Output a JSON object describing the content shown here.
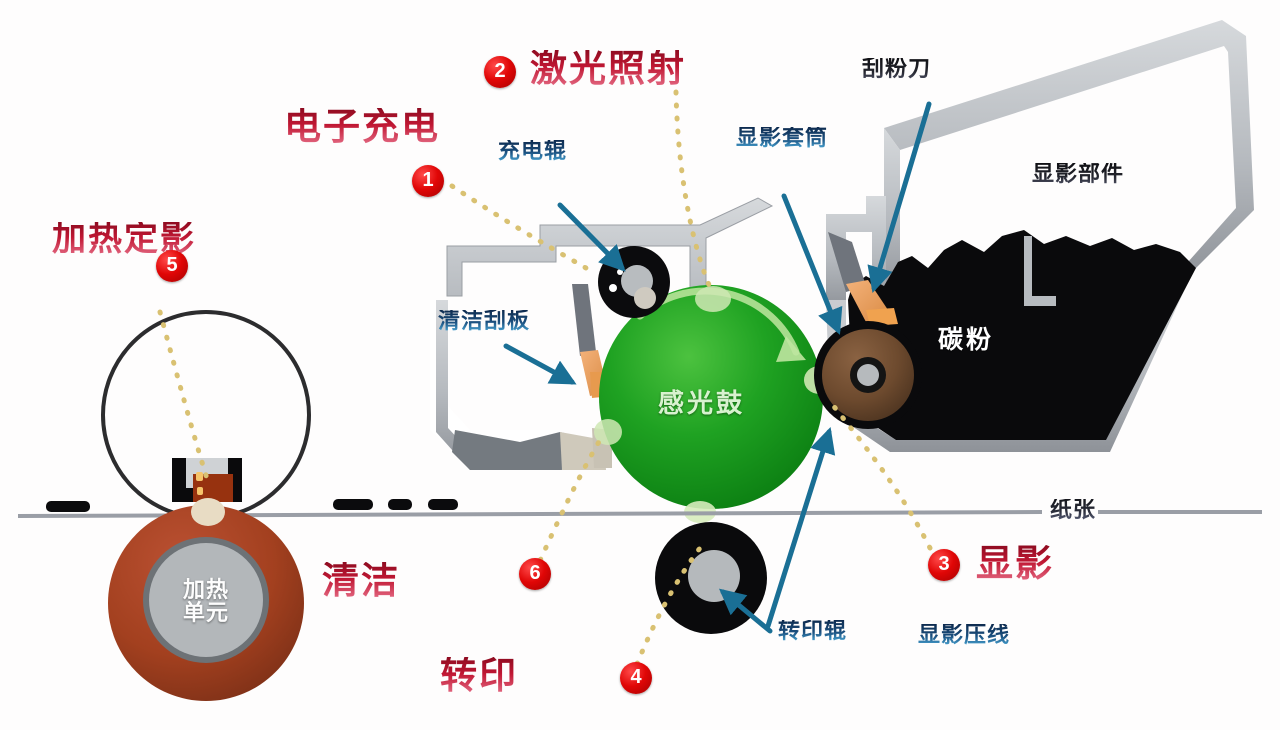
{
  "diagram": {
    "title_semantic": "laser-printer-imaging-process",
    "colors": {
      "badge_red": "#e00606",
      "heading_red": "#c01733",
      "part_label_blue": "#1b4f7e",
      "arrow_teal": "#1a6f95",
      "dotted_gold": "#d8c070",
      "drum_green": "#1e9e20",
      "toner_black": "#080808",
      "fuser_brown": "#a8412a",
      "housing_gray": "#b9bcc0",
      "paper_gray": "#9a9ea6"
    }
  },
  "steps": [
    {
      "num": "1",
      "label": "电子充电"
    },
    {
      "num": "2",
      "label": "激光照射"
    },
    {
      "num": "3",
      "label": "显影"
    },
    {
      "num": "4",
      "label": "转印"
    },
    {
      "num": "5",
      "label": "加热定影"
    },
    {
      "num": "6",
      "label": "清洁"
    }
  ],
  "step_labels": {
    "charge": "电子充电",
    "laser": "激光照射",
    "develop": "显影",
    "transfer": "转印",
    "fuse": "加热定影",
    "clean": "清洁"
  },
  "badges": {
    "b1": "1",
    "b2": "2",
    "b3": "3",
    "b4": "4",
    "b5": "5",
    "b6": "6"
  },
  "parts": [
    {
      "key": "charge_roller",
      "label": "充电辊"
    },
    {
      "key": "cleaning_blade",
      "label": "清洁刮板"
    },
    {
      "key": "developer_sleeve",
      "label": "显影套筒"
    },
    {
      "key": "doctor_blade",
      "label": "刮粉刀"
    },
    {
      "key": "developer_unit",
      "label": "显影部件"
    },
    {
      "key": "toner",
      "label": "碳粉"
    },
    {
      "key": "photo_drum",
      "label": "感光鼓"
    },
    {
      "key": "paper",
      "label": "纸张"
    },
    {
      "key": "transfer_roller",
      "label": "转印辊"
    },
    {
      "key": "develop_nip",
      "label": "显影压线"
    },
    {
      "key": "heating_unit",
      "label": "加热单元"
    }
  ],
  "part_labels": {
    "charge_roller": "充电辊",
    "cleaning_blade": "清洁刮板",
    "developer_sleeve": "显影套筒",
    "doctor_blade": "刮粉刀",
    "developer_unit": "显影部件",
    "toner": "碳粉",
    "photo_drum": "感光鼓",
    "paper": "纸张",
    "transfer_roller": "转印辊",
    "develop_nip": "显影压线",
    "heating_unit_line1": "加热",
    "heating_unit_line2": "单元"
  }
}
